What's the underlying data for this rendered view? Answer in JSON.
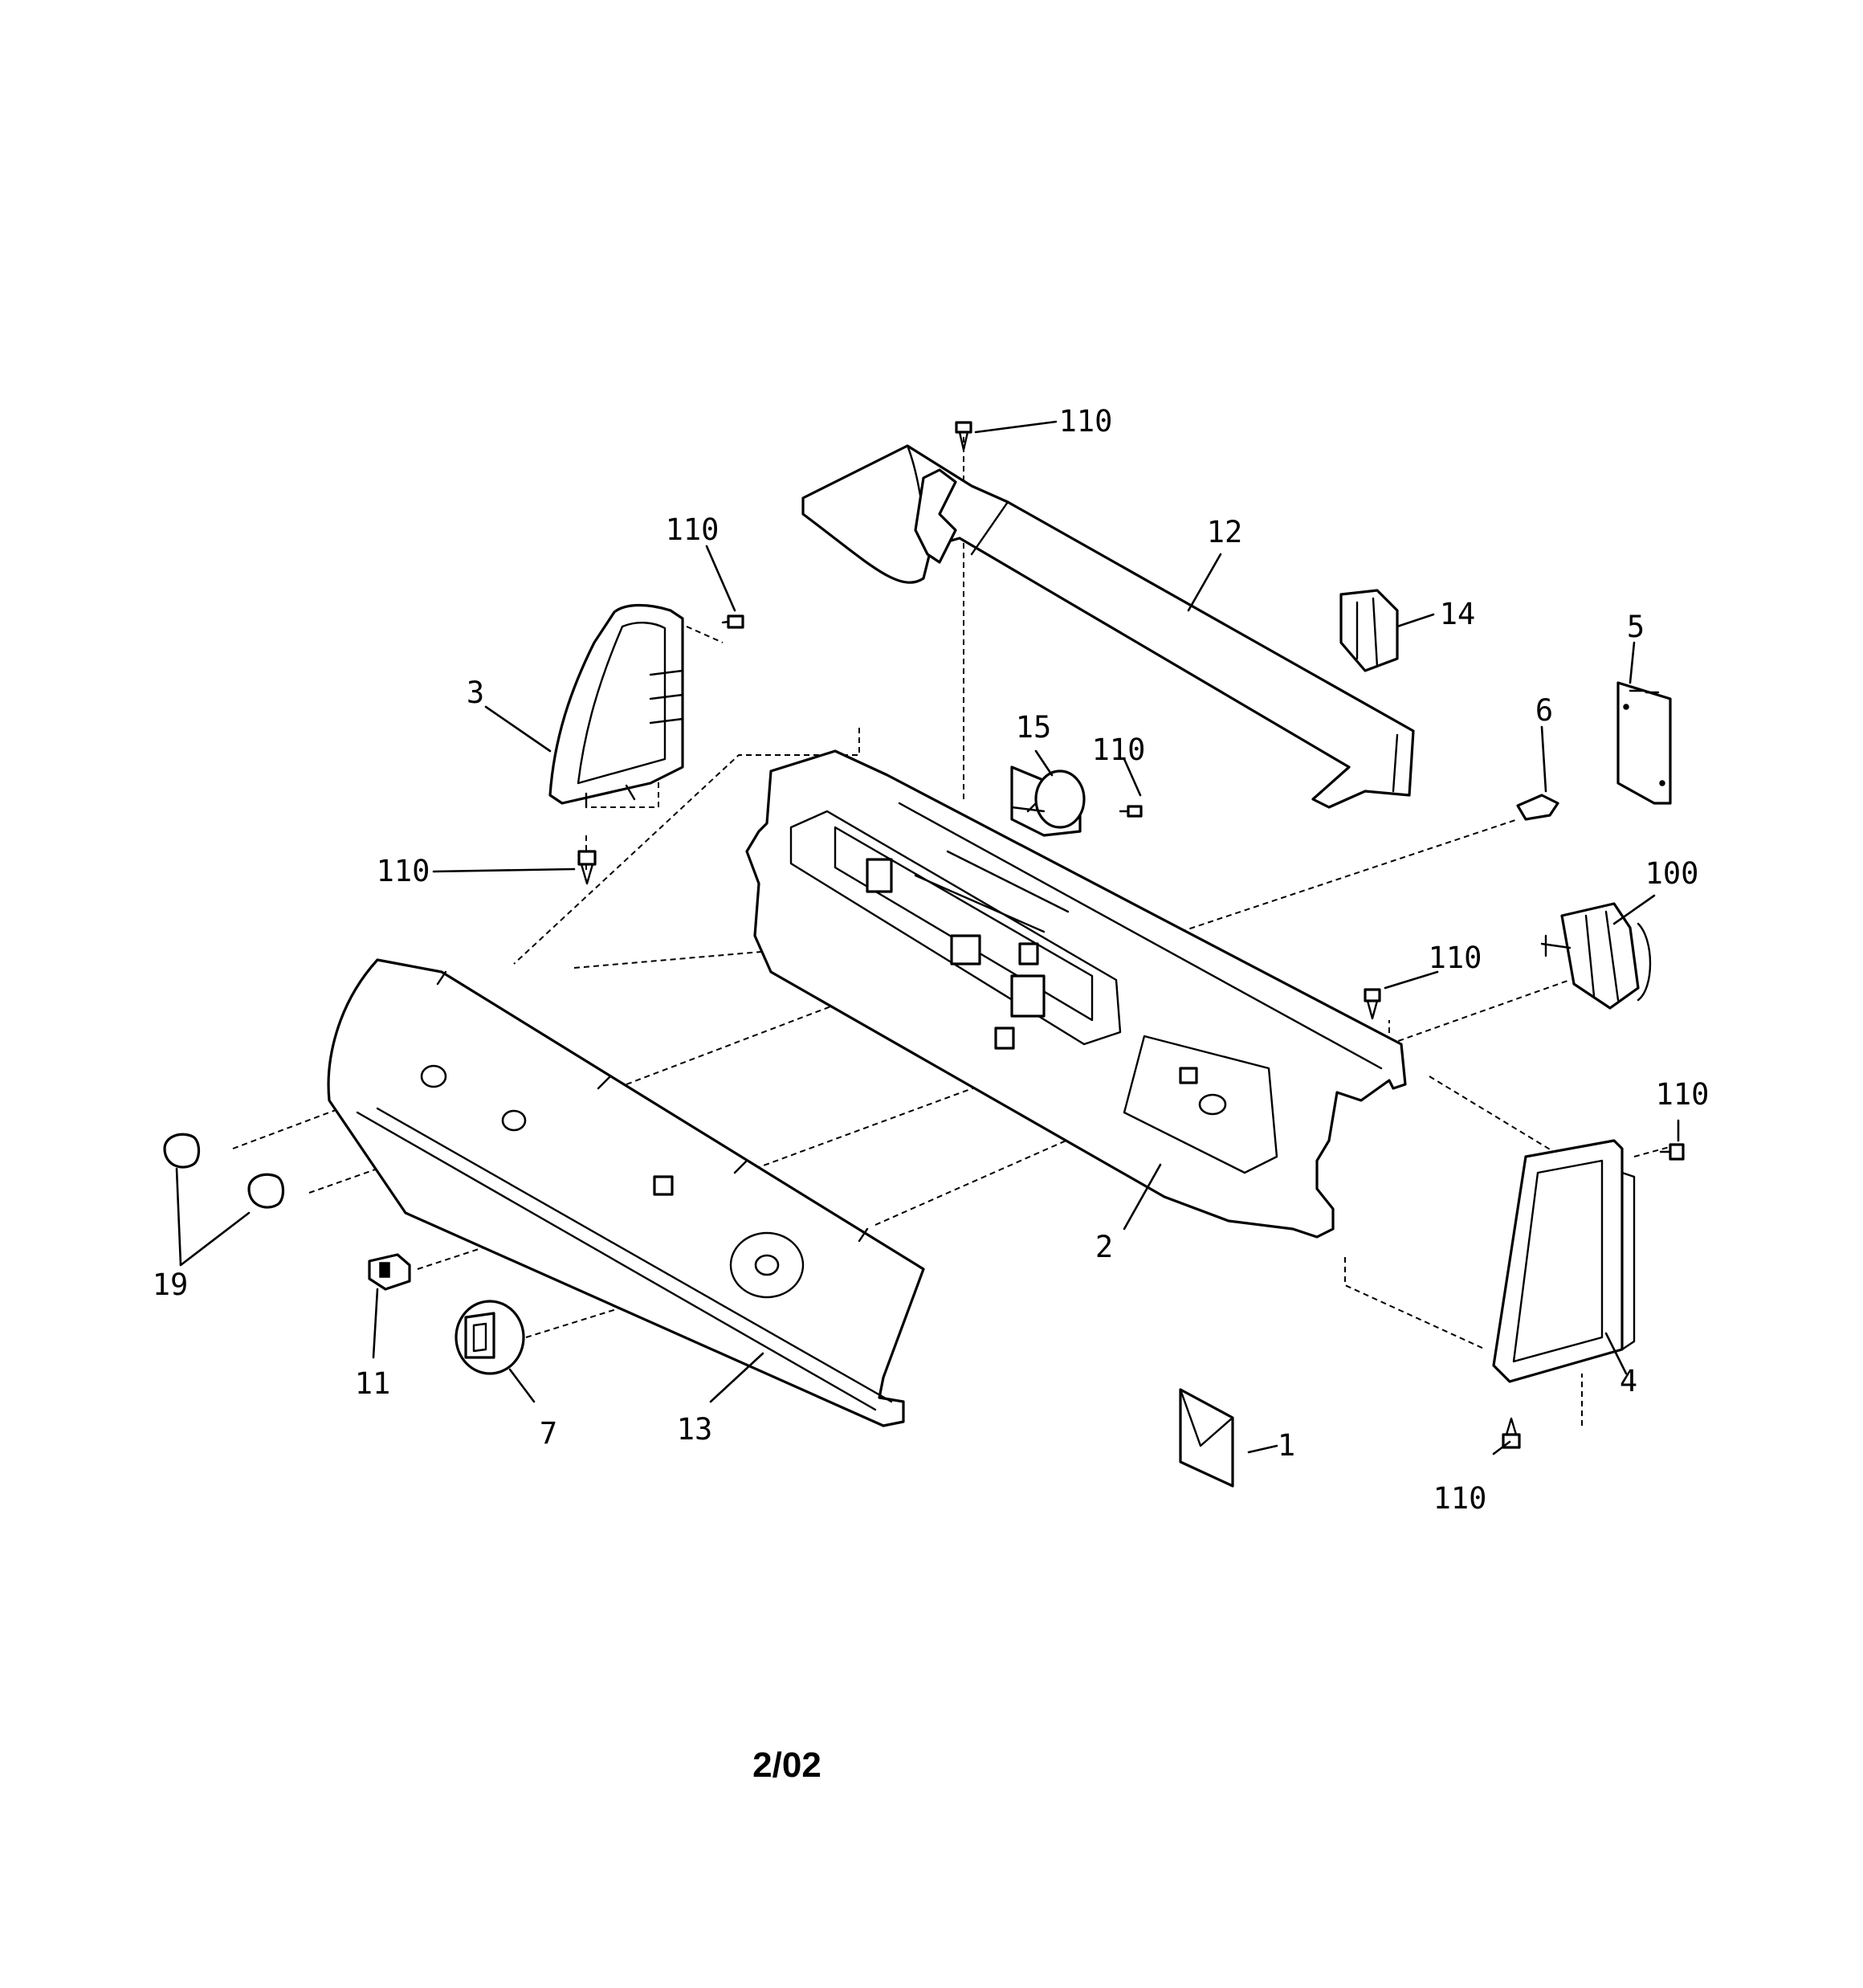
{
  "diagram": {
    "footer": "2/02",
    "callouts": [
      {
        "id": "c12",
        "label": "12"
      },
      {
        "id": "c110-top",
        "label": "110"
      },
      {
        "id": "c110-left-upper",
        "label": "110"
      },
      {
        "id": "c110-left-lower",
        "label": "110"
      },
      {
        "id": "c110-mid",
        "label": "110"
      },
      {
        "id": "c110-right",
        "label": "110"
      },
      {
        "id": "c110-far-right",
        "label": "110"
      },
      {
        "id": "c110-bottom-right",
        "label": "110"
      },
      {
        "id": "c14",
        "label": "14"
      },
      {
        "id": "c5",
        "label": "5"
      },
      {
        "id": "c6",
        "label": "6"
      },
      {
        "id": "c15",
        "label": "15"
      },
      {
        "id": "c3",
        "label": "3"
      },
      {
        "id": "c100",
        "label": "100"
      },
      {
        "id": "c2",
        "label": "2"
      },
      {
        "id": "c4",
        "label": "4"
      },
      {
        "id": "c19",
        "label": "19"
      },
      {
        "id": "c11",
        "label": "11"
      },
      {
        "id": "c7",
        "label": "7"
      },
      {
        "id": "c13",
        "label": "13"
      },
      {
        "id": "c1",
        "label": "1"
      }
    ]
  }
}
